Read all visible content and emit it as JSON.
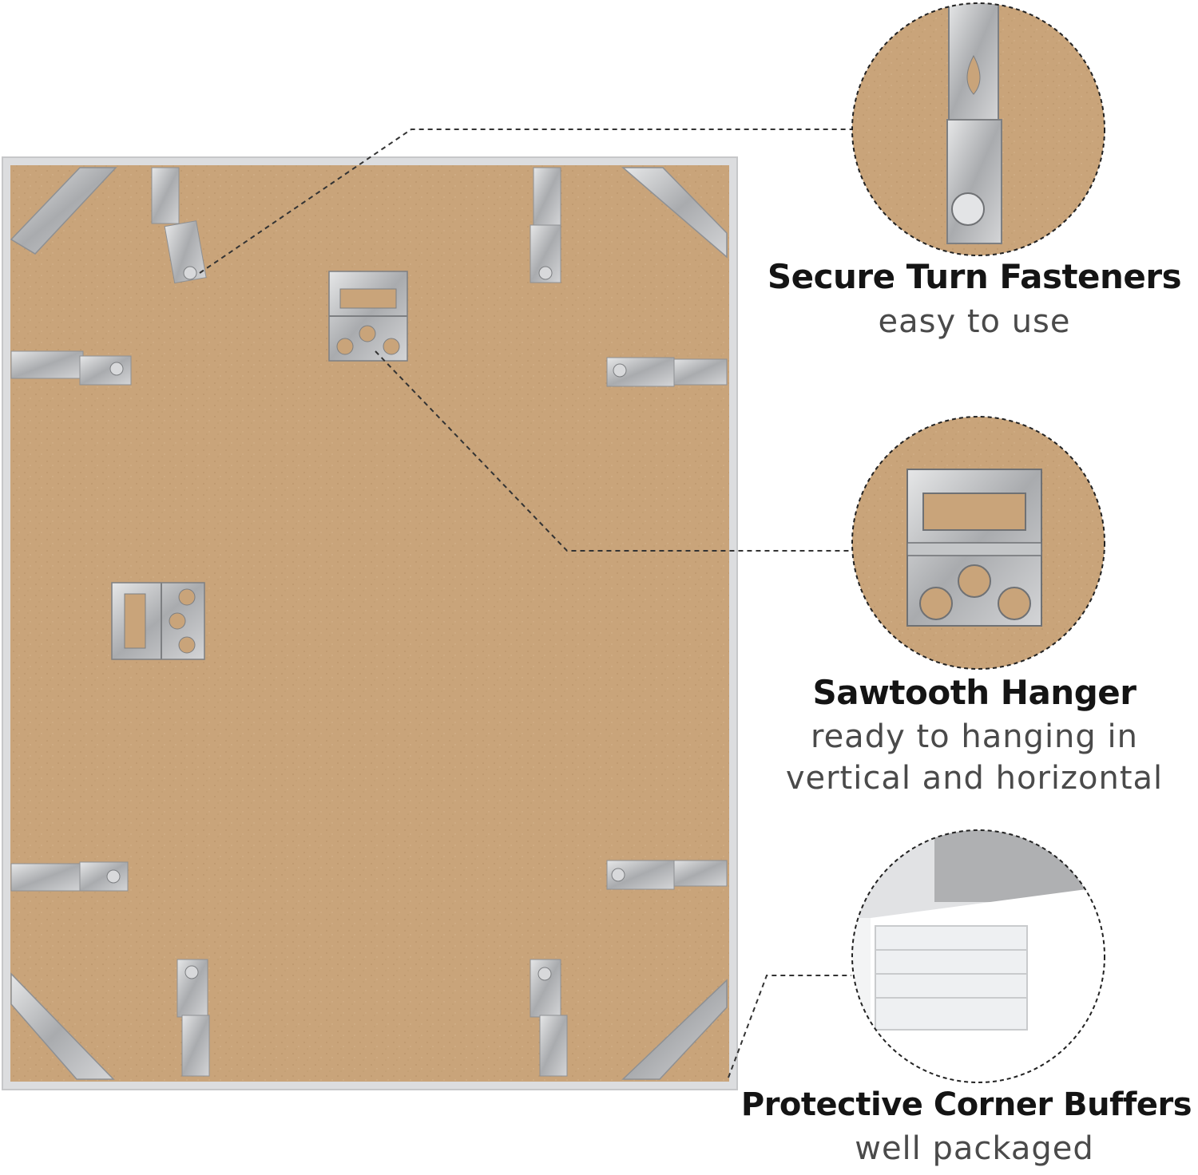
{
  "features": [
    {
      "id": "turn-fasteners",
      "title": "Secure Turn Fasteners",
      "subtitle": [
        "easy to use"
      ]
    },
    {
      "id": "sawtooth-hanger",
      "title": "Sawtooth Hanger",
      "subtitle": [
        "ready to hanging in",
        "vertical and horizontal"
      ]
    },
    {
      "id": "corner-buffers",
      "title": "Protective Corner Buffers",
      "subtitle": [
        "well packaged"
      ]
    }
  ],
  "colors": {
    "background": "#ffffff",
    "frame_silver": "#d9dadb",
    "backboard": "#c9a47a",
    "metal": "#b9bbbd",
    "title_text": "#141414",
    "subtitle_text": "#4a4a4a",
    "dashed_line": "#333333"
  }
}
